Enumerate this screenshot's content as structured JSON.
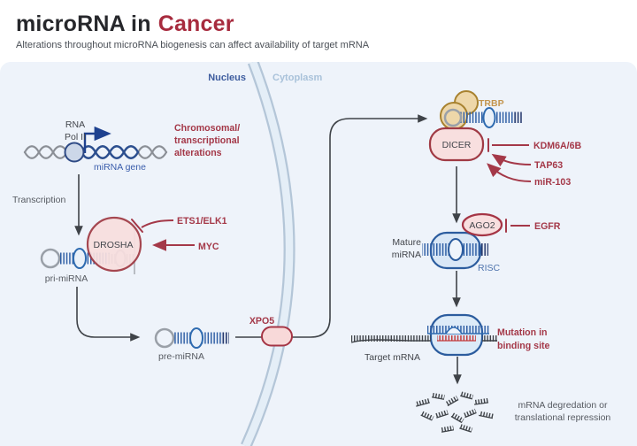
{
  "header": {
    "title_main": "microRNA in",
    "title_accent": "Cancer",
    "subtitle": "Alterations throughout microRNA biogenesis can affect availability of target mRNA"
  },
  "compartments": {
    "nucleus": "Nucleus",
    "cytoplasm": "Cytoplasm"
  },
  "nucleus_section": {
    "rna_pol_line1": "RNA",
    "rna_pol_line2": "Pol II",
    "mirna_gene": "miRNA gene",
    "alteration_line1": "Chromosomal/",
    "alteration_line2": "transcriptional",
    "alteration_line3": "alterations",
    "transcription": "Transcription",
    "drosha": "DROSHA",
    "ets1": "ETS1/ELK1",
    "myc": "MYC",
    "pri_mirna": "pri-miRNA",
    "pre_mirna": "pre-miRNA",
    "xpo5": "XPO5"
  },
  "cytoplasm_section": {
    "trbp": "TRBP",
    "dicer": "DICER",
    "kdm": "KDM6A/6B",
    "tap63": "TAP63",
    "mir103": "miR-103",
    "ago2": "AGO2",
    "egfr": "EGFR",
    "mature_line1": "Mature",
    "mature_line2": "miRNA",
    "risc": "RISC",
    "target_mrna": "Target mRNA",
    "mutation_line1": "Mutation in",
    "mutation_line2": "binding site",
    "outcome_line1": "mRNA degredation or",
    "outcome_line2": "translational repression"
  },
  "colors": {
    "accent_red": "#a43848",
    "title_red": "#a72b3e",
    "nucleus_blue": "#3d5c9e",
    "cytoplasm_blue": "#a9c2da",
    "panel_bg": "#eef3fa",
    "membrane_edge": "#b4c6d8",
    "membrane_fill": "#e4eef7",
    "pink_fill": "#f8dfdf",
    "enzyme_red": "#a03a44",
    "risc_blue": "#2b5c9e",
    "risc_fill": "#d9e7f6",
    "trbp_tan_fill": "#eed7a9",
    "tss_blue": "#1e418f"
  }
}
